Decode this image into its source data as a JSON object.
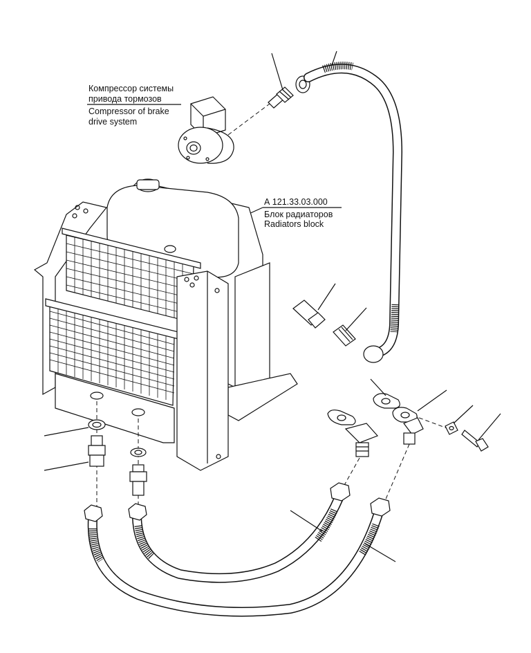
{
  "labels": {
    "compressor_ru_line1": "Компрессор системы",
    "compressor_ru_line2": "привода тормозов",
    "compressor_en_line1": "Compressor of brake",
    "compressor_en_line2": "drive system",
    "radiator_part_number": "А 121.33.03.000",
    "radiator_ru": "Блок радиаторов",
    "radiator_en": "Radiators block"
  },
  "icons": {
    "compressor": "compressor-icon",
    "radiator": "radiator-block-icon",
    "hose": "hose-icon",
    "fitting": "fitting-icon",
    "bolt": "bolt-icon"
  },
  "colors": {
    "line": "#111111",
    "background": "#ffffff"
  }
}
